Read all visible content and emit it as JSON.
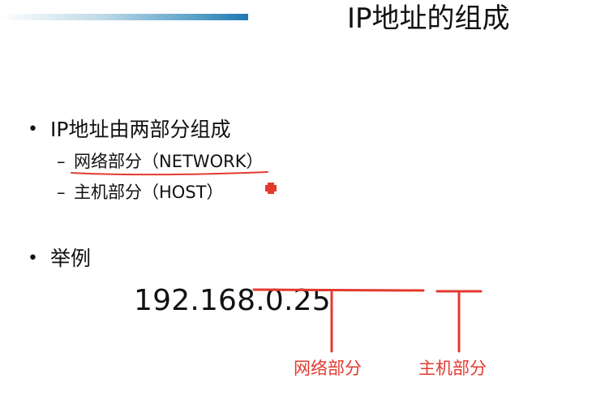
{
  "slide": {
    "title": "IP地址的组成",
    "bullets": [
      {
        "marker": "•",
        "text": "IP地址由两部分组成",
        "subs": [
          {
            "marker": "–",
            "text": "网络部分（NETWORK）"
          },
          {
            "marker": "–",
            "text": "主机部分（HOST）"
          }
        ]
      },
      {
        "marker": "•",
        "text": "举例"
      }
    ],
    "example": {
      "ip": "192.168.0.25",
      "labels": {
        "network": "网络部分",
        "host": "主机部分"
      }
    }
  },
  "colors": {
    "annotation_red": "#e23a2f",
    "accent_blue": "#1f78b4",
    "text": "#111111"
  },
  "icons": {
    "red_cross": "red-cross-icon"
  }
}
